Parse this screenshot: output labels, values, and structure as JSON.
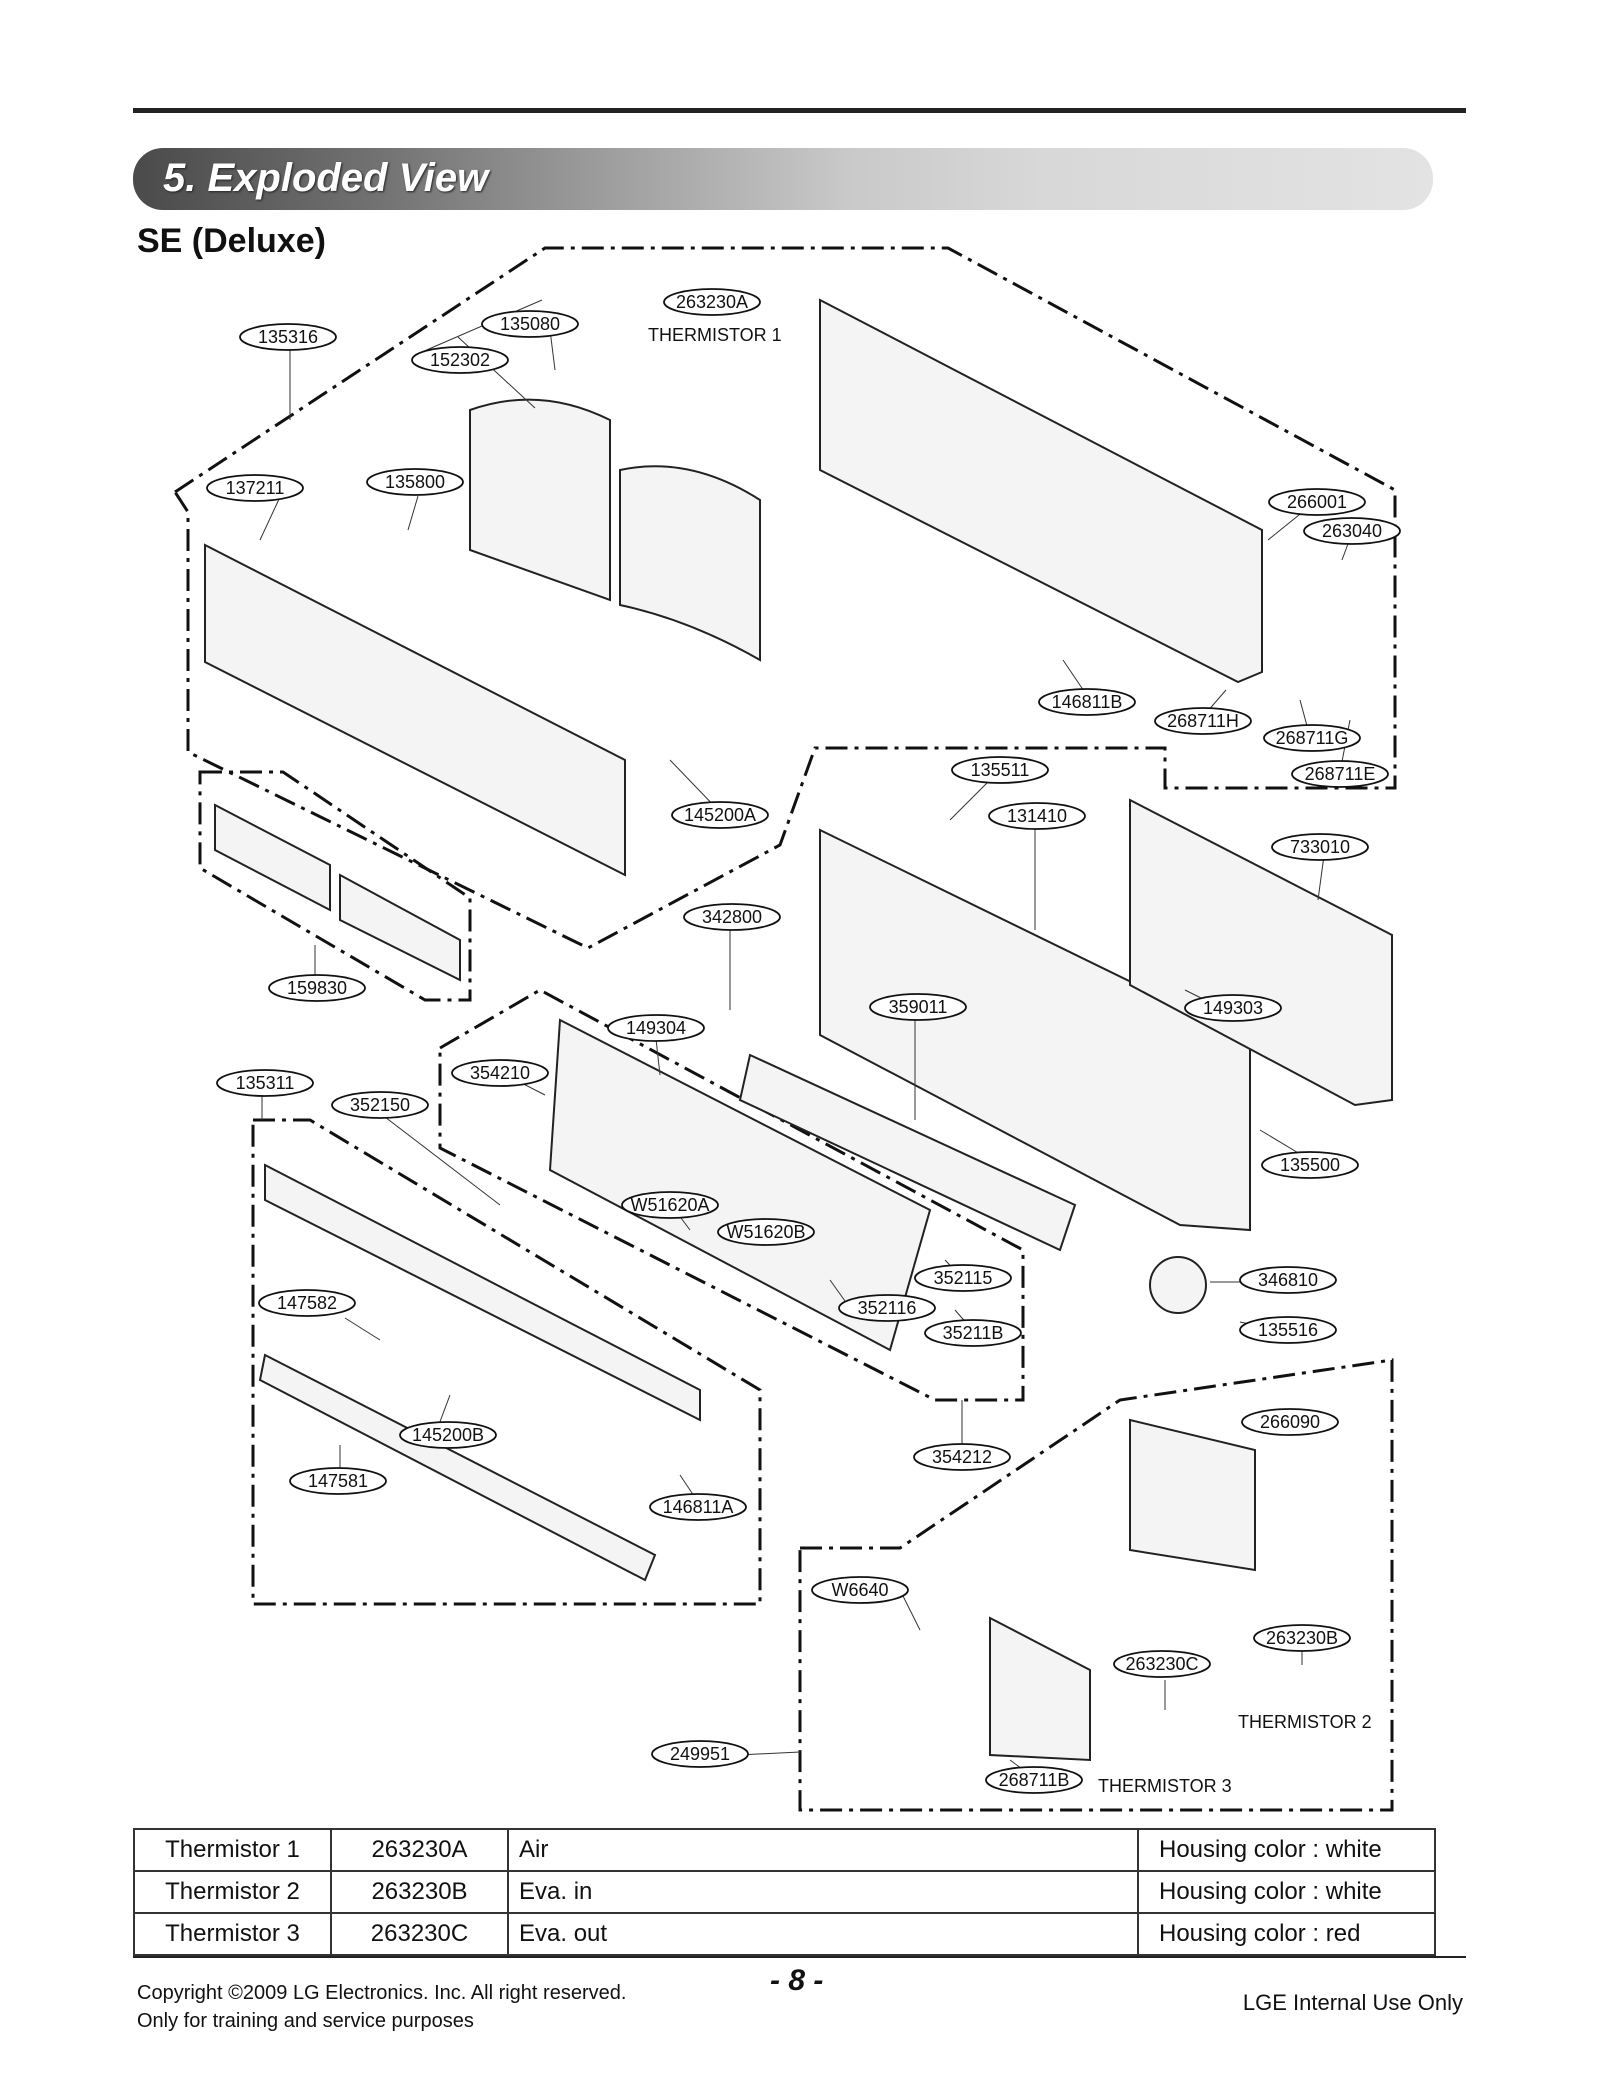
{
  "header": {
    "title": "5. Exploded View",
    "subtitle": "SE (Deluxe)"
  },
  "callouts": [
    "263230A",
    "135080",
    "135316",
    "152302",
    "137211",
    "135800",
    "266001",
    "263040",
    "146811B",
    "268711H",
    "268711G",
    "268711E",
    "135511",
    "145200A",
    "131410",
    "733010",
    "342800",
    "159830",
    "149303",
    "359011",
    "149304",
    "354210",
    "135311",
    "352150",
    "135500",
    "W51620A",
    "W51620B",
    "352115",
    "346810",
    "147582",
    "352116",
    "35211B",
    "135516",
    "266090",
    "145200B",
    "354212",
    "147581",
    "146811A",
    "W6640",
    "263230B",
    "263230C",
    "249951",
    "268711B"
  ],
  "captions": {
    "thermistor1": "THERMISTOR 1",
    "thermistor2": "THERMISTOR 2",
    "thermistor3": "THERMISTOR 3"
  },
  "table": {
    "rows": [
      [
        "Thermistor 1",
        "263230A",
        "Air",
        "Housing color : white"
      ],
      [
        "Thermistor 2",
        "263230B",
        "Eva. in",
        "Housing color : white"
      ],
      [
        "Thermistor 3",
        "263230C",
        "Eva. out",
        "Housing color : red"
      ]
    ]
  },
  "footer": {
    "copyright_line1": "Copyright ©2009 LG Electronics. Inc. All right reserved.",
    "copyright_line2": "Only for training and service purposes",
    "page_number": "- 8 -",
    "internal_note": "LGE Internal Use Only"
  }
}
